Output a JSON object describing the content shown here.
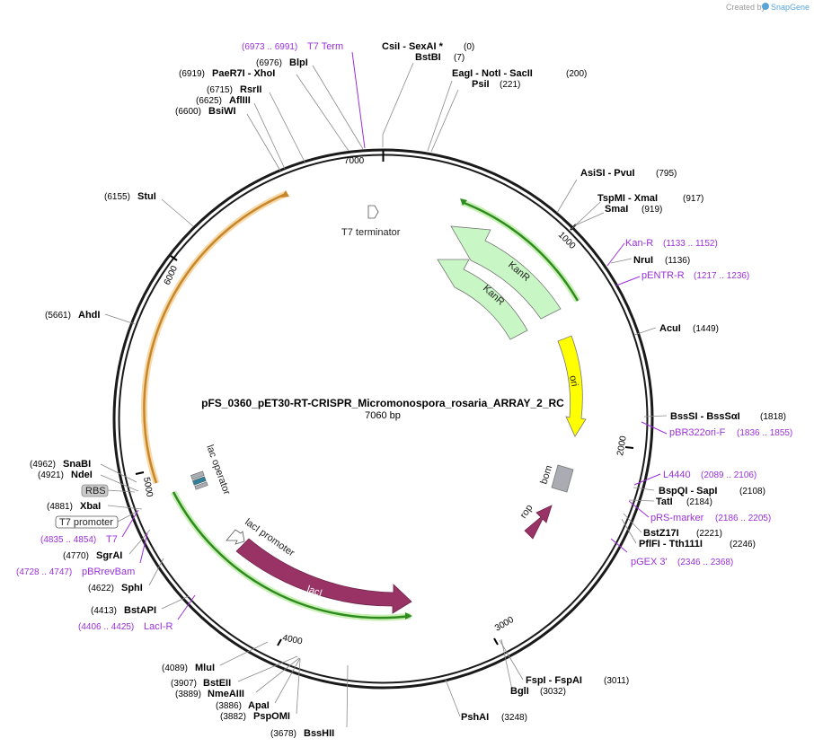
{
  "brand": {
    "prefix": "Created by",
    "name": "SnapGene"
  },
  "plasmid": {
    "name": "pFS_0360_pET30-RT-CRISPR_Micromonospora_rosaria_ARRAY_2_RC",
    "length": "7060 bp"
  },
  "ticks": [
    "1000",
    "2000",
    "3000",
    "4000",
    "5000",
    "6000",
    "7000"
  ],
  "features": {
    "kanr_outer": "KanR",
    "kanr_inner": "KanR",
    "ori": "ori",
    "bom": "bom",
    "rop": "rop",
    "laci": "lacI",
    "laci_promoter": "lacI promoter",
    "lac_operator": "lac operator",
    "t7_terminator": "T7 terminator",
    "rbs": "RBS",
    "t7_promoter": "T7 promoter"
  },
  "sites": {
    "csi": {
      "names": "CsiI  - SexAI *",
      "pos": "(0)"
    },
    "bstbi": {
      "names": "BstBI",
      "pos": "(7)"
    },
    "eagi": {
      "names": "EagI  - NotI  - SacII",
      "pos": "(200)"
    },
    "psii": {
      "names": "PsiI",
      "pos": "(221)"
    },
    "asisi": {
      "names": "AsiSI  - PvuI",
      "pos": "(795)"
    },
    "tspmi": {
      "names": "TspMI  - XmaI",
      "pos": "(917)"
    },
    "smai": {
      "names": "SmaI",
      "pos": "(919)"
    },
    "nrui": {
      "names": "NruI",
      "pos": "(1136)"
    },
    "acui": {
      "names": "AcuI",
      "pos": "(1449)"
    },
    "bsssi": {
      "names": "BssSI  - BssSαI",
      "pos": "(1818)"
    },
    "bspqi": {
      "names": "BspQI  - SapI",
      "pos": "(2108)"
    },
    "tati": {
      "names": "TatI",
      "pos": "(2184)"
    },
    "bstz17i": {
      "names": "BstZ17I",
      "pos": "(2221)"
    },
    "pflfi": {
      "names": "PflFI  - Tth111I",
      "pos": "(2246)"
    },
    "fspi": {
      "names": "FspI  - FspAI",
      "pos": "(3011)"
    },
    "bgli": {
      "names": "BglI",
      "pos": "(3032)"
    },
    "pshai": {
      "names": "PshAI",
      "pos": "(3248)"
    },
    "bsshii": {
      "names": "BssHII",
      "pos": "(3678)"
    },
    "pspomi": {
      "names": "PspOMI",
      "pos": "(3882)"
    },
    "apai": {
      "names": "ApaI",
      "pos": "(3886)"
    },
    "nmeaiii": {
      "names": "NmeAIII",
      "pos": "(3889)"
    },
    "bsteii": {
      "names": "BstEII",
      "pos": "(3907)"
    },
    "mlui": {
      "names": "MluI",
      "pos": "(4089)"
    },
    "bstapi": {
      "names": "BstAPI",
      "pos": "(4413)"
    },
    "sphi": {
      "names": "SphI",
      "pos": "(4622)"
    },
    "sgrai": {
      "names": "SgrAI",
      "pos": "(4770)"
    },
    "xbai": {
      "names": "XbaI",
      "pos": "(4881)"
    },
    "ndei": {
      "names": "NdeI",
      "pos": "(4921)"
    },
    "snabi": {
      "names": "SnaBI",
      "pos": "(4962)"
    },
    "ahdi": {
      "names": "AhdI",
      "pos": "(5661)"
    },
    "stui": {
      "names": "StuI",
      "pos": "(6155)"
    },
    "bsiwi": {
      "names": "BsiWI",
      "pos": "(6600)"
    },
    "aflii": {
      "names": "AflIII",
      "pos": "(6625)"
    },
    "rsrii": {
      "names": "RsrII",
      "pos": "(6715)"
    },
    "paer7i": {
      "names": "PaeR7I  - XhoI",
      "pos": "(6919)"
    },
    "blpi": {
      "names": "BlpI",
      "pos": "(6976)"
    }
  },
  "primers": {
    "t7term": {
      "name": "T7 Term",
      "pos": "(6973 .. 6991)"
    },
    "kanr": {
      "name": "Kan-R",
      "pos": "(1133 .. 1152)"
    },
    "pentr": {
      "name": "pENTR-R",
      "pos": "(1217 .. 1236)"
    },
    "pbr322": {
      "name": "pBR322ori-F",
      "pos": "(1836 .. 1855)"
    },
    "l4440": {
      "name": "L4440",
      "pos": "(2089 .. 2106)"
    },
    "prs": {
      "name": "pRS-marker",
      "pos": "(2186 .. 2205)"
    },
    "pgex": {
      "name": "pGEX 3'",
      "pos": "(2346 .. 2368)"
    },
    "t7": {
      "name": "T7",
      "pos": "(4835 .. 4854)"
    },
    "pbrrev": {
      "name": "pBRrevBam",
      "pos": "(4728 .. 4747)"
    },
    "laci_r": {
      "name": "LacI-R",
      "pos": "(4406 .. 4425)"
    }
  },
  "colors": {
    "backbone": "#1a1a1a",
    "kanr": "#c8f7c5",
    "ori": "#ffff00",
    "bom": "#a9adb3",
    "rop": "#993366",
    "laci": "#993366",
    "cds_trace": "#2e8b1e",
    "orange_trace": "#c8862a",
    "primer": "#9b30d9"
  }
}
